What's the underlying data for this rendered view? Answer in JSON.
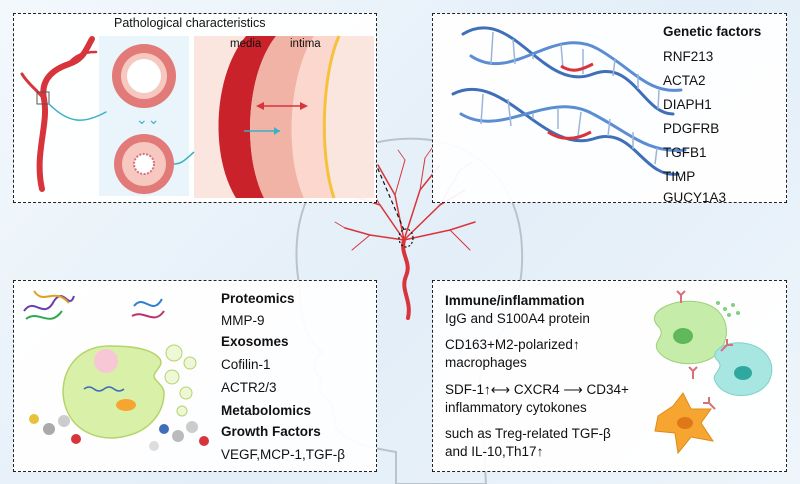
{
  "pathological": {
    "title": "Pathological characteristics",
    "media_label": "media",
    "intima_label": "intima"
  },
  "genetic": {
    "title": "Genetic factors",
    "genes": [
      "RNF213",
      "ACTA2",
      "DIAPH1",
      "PDGFRB",
      "TGFB1",
      "TIMP",
      "GUCY1A3"
    ]
  },
  "omics": {
    "proteomics": "Proteomics",
    "mmp9": "MMP-9",
    "exosomes": "Exosomes",
    "cofilin": "Cofilin-1",
    "actr": "ACTR2/3",
    "metabolomics": "Metabolomics",
    "growth": "Growth Factors",
    "growth_list": "VEGF,MCP-1,TGF-β"
  },
  "immune": {
    "title": "Immune/inflammation",
    "l1": "IgG and S100A4 protein",
    "l2": "CD163+M2-polarized↑",
    "l3": "macrophages",
    "l4": "SDF-1↑⟷ CXCR4 ⟶ CD34+",
    "l5": "inflammatory cytokones",
    "l6": "such as Treg-related TGF-β",
    "l7": "and IL-10,Th17↑"
  },
  "colors": {
    "vessel_red": "#d8343b",
    "vessel_light": "#f2b3a7",
    "dna_blue": "#3f6fb8",
    "cell_green": "#c6ecaa",
    "cell_teal": "#a8e6e2",
    "cell_orange": "#f7a531"
  },
  "icons": [
    "artery-icon",
    "dna-icon",
    "cell-icon",
    "molecule-icon",
    "brain-vessel-icon"
  ]
}
